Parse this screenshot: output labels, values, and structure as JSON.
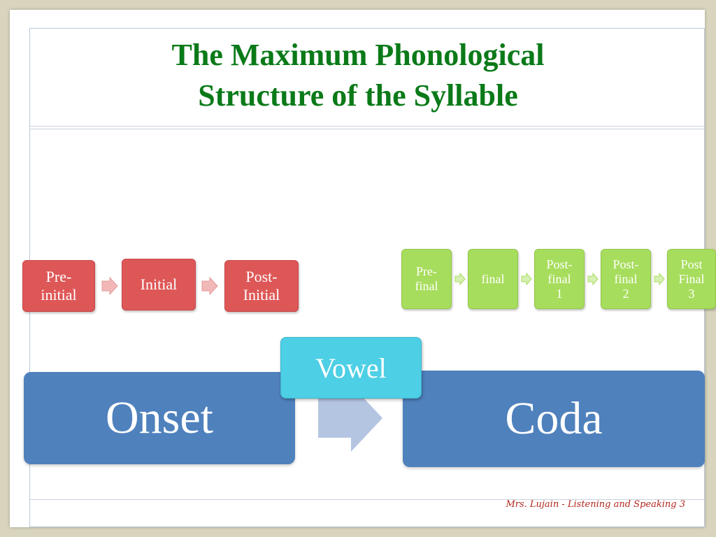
{
  "title": {
    "line1": "The Maximum Phonological",
    "line2": "Structure of the Syllable"
  },
  "onset_parts": {
    "pre_initial": {
      "line1": "Pre-",
      "line2": "initial"
    },
    "initial": "Initial",
    "post_initial": {
      "line1": "Post-",
      "line2": "Initial"
    }
  },
  "coda_parts": {
    "pre_final": {
      "line1": "Pre-",
      "line2": "final"
    },
    "final": "final",
    "post_final_1": {
      "line1": "Post-",
      "line2": "final",
      "line3": "1"
    },
    "post_final_2": {
      "line1": "Post-",
      "line2": "final",
      "line3": "2"
    },
    "post_final_3": {
      "line1": "Post",
      "line2": "Final",
      "line3": "3"
    }
  },
  "main": {
    "onset": "Onset",
    "vowel": "Vowel",
    "coda": "Coda"
  },
  "footer": "Mrs. Lujain - Listening and Speaking 3",
  "colors": {
    "title": "#0a7a18",
    "onset_parts": "#de5757",
    "coda_parts": "#a7dd5c",
    "main_boxes": "#4f81bd",
    "vowel": "#4dcfe5",
    "footer": "#b3261e"
  }
}
